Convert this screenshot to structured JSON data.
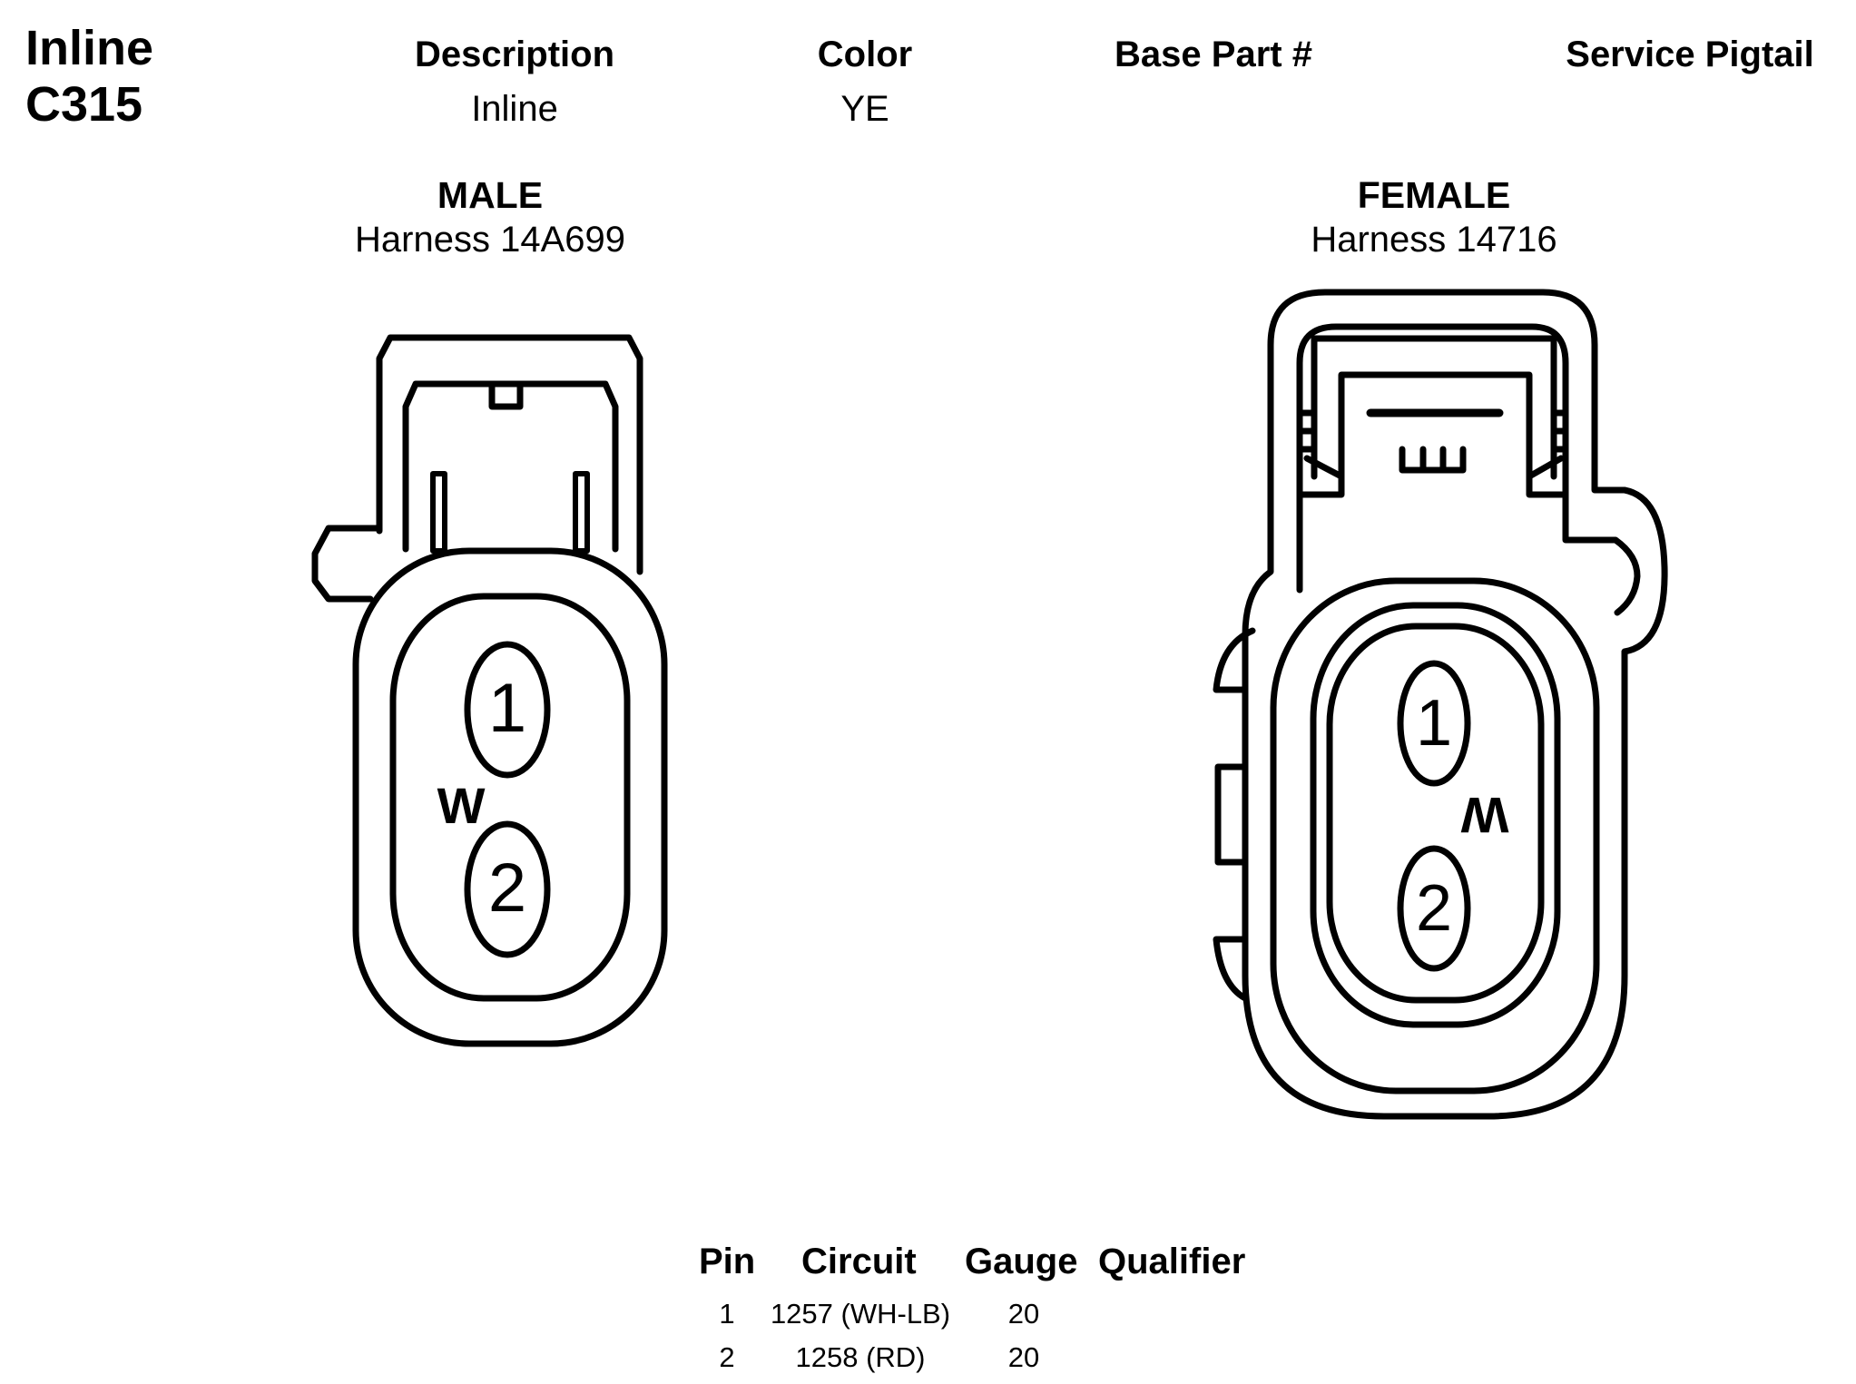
{
  "connector": {
    "title_line1": "Inline",
    "title_line2": "C315"
  },
  "info": {
    "headers": [
      "Description",
      "Color",
      "Base Part #",
      "Service Pigtail"
    ],
    "values": [
      "Inline",
      "YE",
      "",
      ""
    ]
  },
  "male": {
    "title": "MALE",
    "harness": "Harness 14A699",
    "pins": [
      "1",
      "2"
    ],
    "key_mark": "W"
  },
  "female": {
    "title": "FEMALE",
    "harness": "Harness 14716",
    "pins": [
      "1",
      "2"
    ],
    "key_mark": "W"
  },
  "pin_table": {
    "headers": [
      "Pin",
      "Circuit",
      "Gauge",
      "Qualifier"
    ],
    "rows": [
      {
        "pin": "1",
        "circuit": "1257 (WH-LB)",
        "gauge": "20",
        "qualifier": ""
      },
      {
        "pin": "2",
        "circuit": "1258 (RD)",
        "gauge": "20",
        "qualifier": ""
      }
    ]
  }
}
